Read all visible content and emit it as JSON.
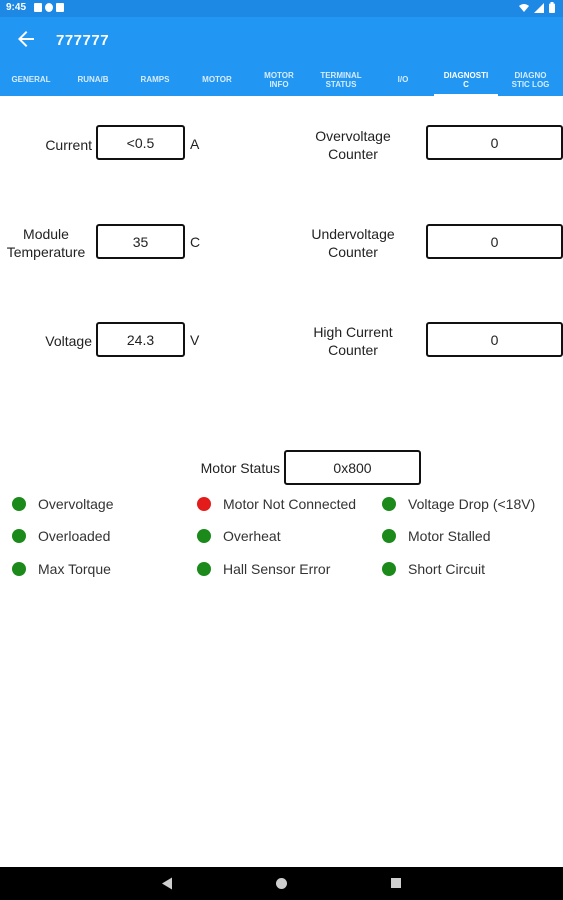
{
  "status_bar": {
    "time": "9:45"
  },
  "app": {
    "title": "777777"
  },
  "tabs": [
    {
      "label": "GENERAL",
      "active": false
    },
    {
      "label": "RUNA/B",
      "active": false
    },
    {
      "label": "RAMPS",
      "active": false
    },
    {
      "label": "MOTOR",
      "active": false
    },
    {
      "label": "MOTOR INFO",
      "active": false
    },
    {
      "label": "TERMINAL STATUS",
      "active": false
    },
    {
      "label": "I/O",
      "active": false
    },
    {
      "label": "DIAGNOSTI C",
      "active": true
    },
    {
      "label": "DIAGNO STIC LOG",
      "active": false
    }
  ],
  "readings": {
    "current": {
      "label": "Current",
      "value": "<0.5",
      "unit": "A"
    },
    "temperature": {
      "label": "Module Temperature",
      "value": "35",
      "unit": "C"
    },
    "voltage": {
      "label": "Voltage",
      "value": "24.3",
      "unit": "V"
    }
  },
  "counters": {
    "overvoltage": {
      "label": "Overvoltage Counter",
      "value": "0"
    },
    "undervoltage": {
      "label": "Undervoltage Counter",
      "value": "0"
    },
    "high_current": {
      "label": "High Current Counter",
      "value": "0"
    }
  },
  "motor_status": {
    "label": "Motor Status",
    "value": "0x800"
  },
  "indicators": [
    {
      "label": "Overvoltage",
      "color": "#1b8a1b"
    },
    {
      "label": "Motor Not Connected",
      "color": "#e31b1b"
    },
    {
      "label": "Voltage Drop (<18V)",
      "color": "#1b8a1b"
    },
    {
      "label": "Overloaded",
      "color": "#1b8a1b"
    },
    {
      "label": "Overheat",
      "color": "#1b8a1b"
    },
    {
      "label": "Motor Stalled",
      "color": "#1b8a1b"
    },
    {
      "label": "Max Torque",
      "color": "#1b8a1b"
    },
    {
      "label": "Hall Sensor Error",
      "color": "#1b8a1b"
    },
    {
      "label": "Short Circuit",
      "color": "#1b8a1b"
    }
  ],
  "colors": {
    "appbar": "#2196f3",
    "statusbar": "#1e88e5",
    "ok": "#1b8a1b",
    "fault": "#e31b1b"
  },
  "icons": {
    "back": "arrow-left-icon",
    "nav_back": "triangle-back-icon",
    "nav_home": "circle-home-icon",
    "nav_recent": "square-recents-icon"
  }
}
